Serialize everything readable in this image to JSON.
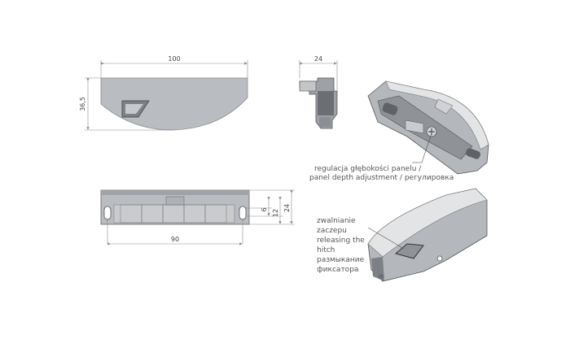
{
  "dimensions": {
    "front_width": "100",
    "front_height": "36,5",
    "side_width": "24",
    "bottom_length": "90",
    "bottom_small": "6",
    "bottom_mid": "12",
    "bottom_height": "24"
  },
  "annotations": {
    "depth_adjustment": {
      "line1": "regulacja głębokości panelu /",
      "line2": "panel depth adjustment / регулировка"
    },
    "release_hitch": {
      "line1": "zwalnianie",
      "line2": "zaczepu",
      "line3": "releasing the",
      "line4": "hitch",
      "line5": "размыкание",
      "line6": "фиксатора"
    }
  },
  "colors": {
    "part_fill": "#b9bcc0",
    "part_dark": "#6b6e72",
    "part_light": "#e2e4e6",
    "dim_line": "#8a8a8a"
  }
}
